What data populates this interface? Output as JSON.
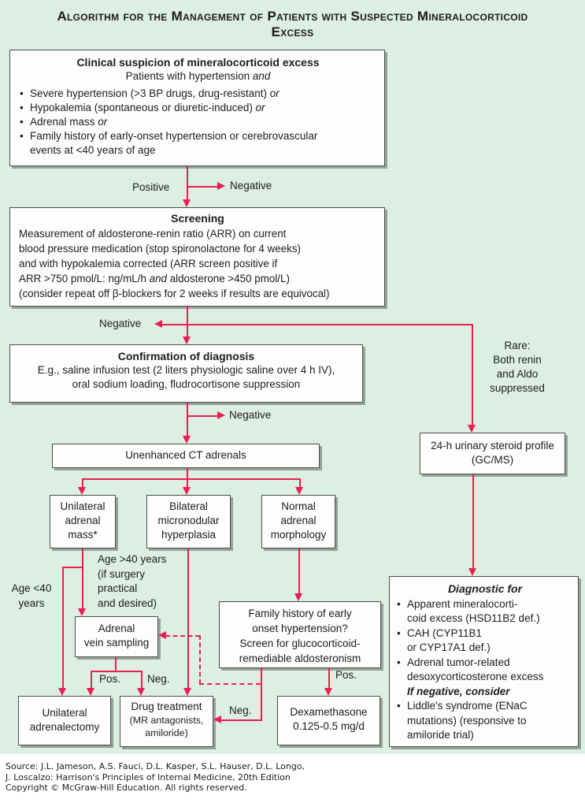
{
  "colors": {
    "background_green": "#ddeee3",
    "arrow_pink": "#e8204f",
    "box_border": "#4c4c4c",
    "box_fill": "#fcfdfc",
    "text": "#1d1d1d"
  },
  "glyphs": {
    "bullet": "•"
  },
  "title_lines": [
    "Algorithm for the Management of Patients with Suspected Mineralocorticoid",
    "Excess"
  ],
  "boxes": {
    "clinical": {
      "title": "Clinical suspicion of mineralocorticoid excess",
      "subtitle": "Patients with hypertension ",
      "subtitle_em": "and",
      "bullets": [
        {
          "text": "Severe hypertension (>3 BP drugs, drug-resistant) ",
          "em": "or"
        },
        {
          "text": "Hypokalemia (spontaneous or diuretic-induced) ",
          "em": "or"
        },
        {
          "text": "Adrenal mass ",
          "em": "or"
        },
        {
          "lines": [
            "Family history of early-onset hypertension or cerebrovascular",
            "events at <40 years of age"
          ]
        }
      ]
    },
    "screening": {
      "title": "Screening",
      "l1": "Measurement of aldosterone-renin ratio (ARR) on current",
      "l2": "blood pressure medication (stop spironolactone for 4 weeks)",
      "l3": "and with hypokalemia corrected (ARR screen positive if",
      "l4a": "ARR >750 pmol/L: ng/mL/h ",
      "l4em": "and",
      "l4b": " aldosterone >450 pmol/L)",
      "l5": "(consider repeat off β-blockers for 2 weeks if results are equivocal)"
    },
    "confirmation": {
      "title": "Confirmation of diagnosis",
      "lines": [
        "E.g., saline infusion test (2 liters physiologic saline over 4 h IV),",
        "oral sodium loading, fludrocortisone suppression"
      ]
    },
    "ct": {
      "label": "Unenhanced CT adrenals"
    },
    "mass": {
      "lines": [
        "Unilateral",
        "adrenal",
        "mass*"
      ]
    },
    "bilateral": {
      "lines": [
        "Bilateral",
        "micronodular",
        "hyperplasia"
      ]
    },
    "normal": {
      "lines": [
        "Normal",
        "adrenal",
        "morphology"
      ]
    },
    "avs": {
      "lines": [
        "Adrenal",
        "vein sampling"
      ]
    },
    "family": {
      "lines": [
        "Family history of early",
        "onset hypertension?",
        "Screen for glucocorticoid-",
        "remediable aldosteronism"
      ]
    },
    "adrenalectomy": {
      "lines": [
        "Unilateral",
        "adrenalectomy"
      ]
    },
    "drug": {
      "title": "Drug treatment",
      "lines": [
        "(MR antagonists,",
        "amiloride)"
      ]
    },
    "dex": {
      "lines": [
        "Dexamethasone",
        "0.125-0.5 mg/d"
      ]
    },
    "urinary": {
      "lines": [
        "24-h urinary steroid profile",
        "(GC/MS)"
      ]
    },
    "diagnostic": {
      "title": "Diagnostic for",
      "items": [
        {
          "lines": [
            "Apparent mineralocorti-",
            "coid excess (HSD11B2 def.)"
          ]
        },
        {
          "lines": [
            "CAH (CYP11B1",
            "or CYP17A1 def.)"
          ]
        },
        {
          "lines": [
            "Adrenal tumor-related",
            "desoxycorticosterone excess"
          ]
        },
        {
          "lines": [
            "If negative, consider"
          ]
        },
        {
          "lines": [
            "Liddle's syndrome (ENaC",
            "mutations) (responsive to",
            "amiloride trial)"
          ]
        }
      ]
    }
  },
  "labels": {
    "positive1": "Positive",
    "negative1": "Negative",
    "negative2": "Negative",
    "negative3": "Negative",
    "rare_lines": [
      "Rare:",
      "Both renin",
      "and Aldo",
      "suppressed"
    ],
    "age_over_lines": [
      "Age >40 years",
      "(if surgery",
      "practical",
      "and desired)"
    ],
    "age_under_lines": [
      "Age <40",
      "years"
    ],
    "pos_avs": "Pos.",
    "neg_avs": "Neg.",
    "neg_family": "Neg.",
    "pos_family": "Pos."
  },
  "footer_lines": [
    "Source: J.L. Jameson, A.S. Fauci, D.L. Kasper, S.L. Hauser, D.L. Longo,",
    "J. Loscalzo: Harrison's Principles of Internal Medicine, 20th Edition",
    "Copyright © McGraw-Hill Education. All rights reserved."
  ]
}
